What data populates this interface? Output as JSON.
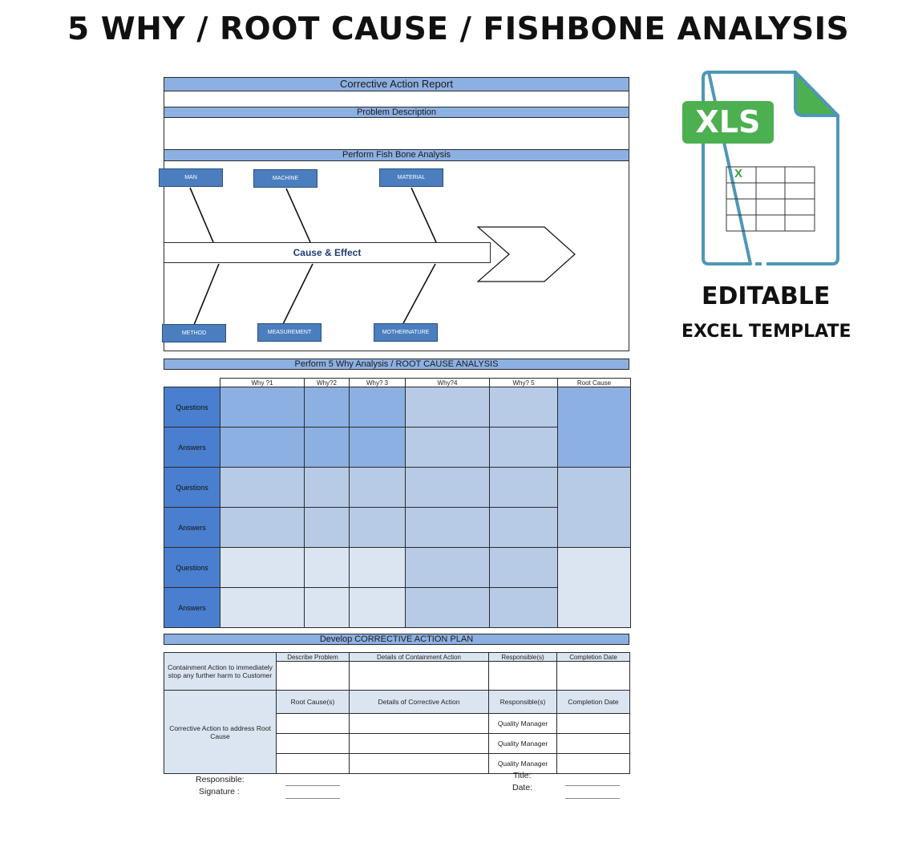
{
  "headline": "5 WHY / ROOT CAUSE / FISHBONE ANALYSIS",
  "report_title": "Corrective Action Report",
  "problem_description": "Problem Description",
  "fishbone": {
    "header": "Perform Fish Bone Analysis",
    "top": [
      "MAN",
      "MACHINE",
      "MATERIAL"
    ],
    "bottom": [
      "METHOD",
      "MEASUREMENT",
      "MOTHERNATURE"
    ],
    "effect": "Cause & Effect"
  },
  "five_why": {
    "header": "Perform 5 Why Analysis / ROOT CAUSE ANALYSIS",
    "columns": [
      "Why ?1",
      "Why?2",
      "Why? 3",
      "Why?4",
      "Why? 5",
      "Root Cause"
    ],
    "rows": [
      "Questions",
      "Answers",
      "Questions",
      "Answers",
      "Questions",
      "Answers"
    ]
  },
  "plan": {
    "header": "Develop CORRECTIVE ACTION PLAN",
    "containment_label": "Containment Action to immediately stop any further harm to Customer",
    "containment_cols": [
      "Describe Problem",
      "Details of Containment Action",
      "Responsible(s)",
      "Completion Date"
    ],
    "corrective_label": "Corrective Action to address Root Cause",
    "corrective_cols": [
      "Root Cause(s)",
      "Details of Corrective Action",
      "Responsible(s)",
      "Completion Date"
    ],
    "responsible_values": [
      "Quality Manager",
      "Quality Manager",
      "Quality Manager"
    ]
  },
  "signoff": {
    "responsible": "Responsible:",
    "signature": "Signature :",
    "title": "Title:",
    "date": "Date:"
  },
  "promo": {
    "badge": "XLS",
    "icon_cell": "X",
    "editable": "EDITABLE",
    "excel_template": "EXCEL TEMPLATE"
  },
  "colors": {
    "band": "#8db0e2",
    "dark_blue": "#4a7fcf",
    "mid_blue": "#b7cbe6",
    "light_blue": "#dbe5f2",
    "xls_green": "#4caf50",
    "icon_teal": "#4f97b6"
  }
}
